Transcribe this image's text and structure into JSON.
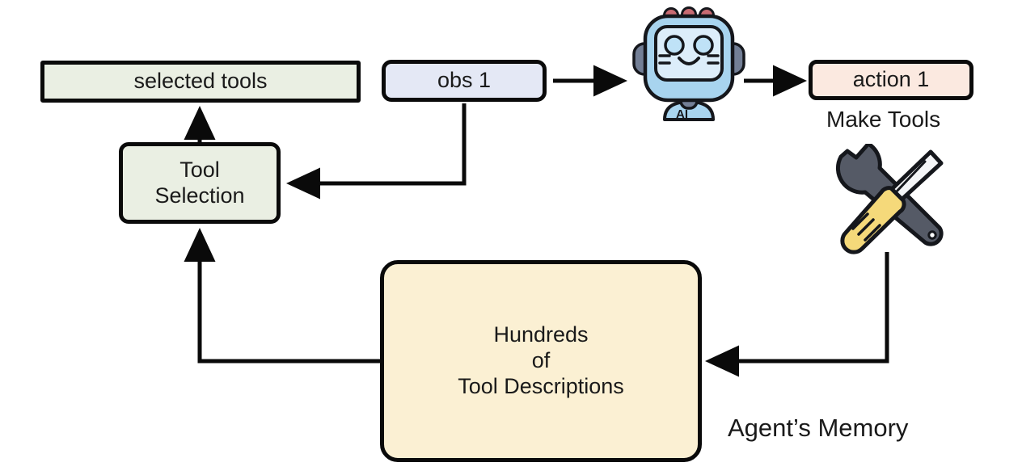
{
  "diagram": {
    "title": "Agent tool-selection and tool-making loop",
    "nodes": {
      "selected_tools": {
        "label": "selected tools",
        "fill": "#eaefe3"
      },
      "obs1": {
        "label": "obs 1",
        "fill": "#e4e8f5"
      },
      "action1": {
        "label": "action 1",
        "fill": "#fbe9e0"
      },
      "tool_selection": {
        "label": "Tool\nSelection",
        "fill": "#eaefe3"
      },
      "memory": {
        "label": "Hundreds\nof\nTool Descriptions",
        "fill": "#fbf0d3"
      }
    },
    "labels": {
      "make_tools": "Make Tools",
      "agents_memory": "Agent’s Memory"
    },
    "icons": {
      "robot": "robot-icon",
      "tools": "wrench-screwdriver-icon"
    },
    "edges": [
      {
        "name": "obs1-to-robot",
        "from": "obs 1",
        "to": "robot",
        "style": "arrow-right"
      },
      {
        "name": "robot-to-action1",
        "from": "robot",
        "to": "action 1",
        "style": "arrow-right"
      },
      {
        "name": "obs1-to-tool-selection",
        "from": "obs 1",
        "to": "Tool Selection",
        "style": "elbow-down-left-arrow"
      },
      {
        "name": "tool-selection-to-selected-tools",
        "from": "Tool Selection",
        "to": "selected tools",
        "style": "arrow-up"
      },
      {
        "name": "memory-to-tool-selection",
        "from": "Tool Descriptions",
        "to": "Tool Selection",
        "style": "elbow-left-up-arrow"
      },
      {
        "name": "tools-to-memory",
        "from": "Make Tools",
        "to": "Tool Descriptions",
        "style": "elbow-down-left-arrow"
      }
    ],
    "stroke_color": "#0a0a0a"
  }
}
